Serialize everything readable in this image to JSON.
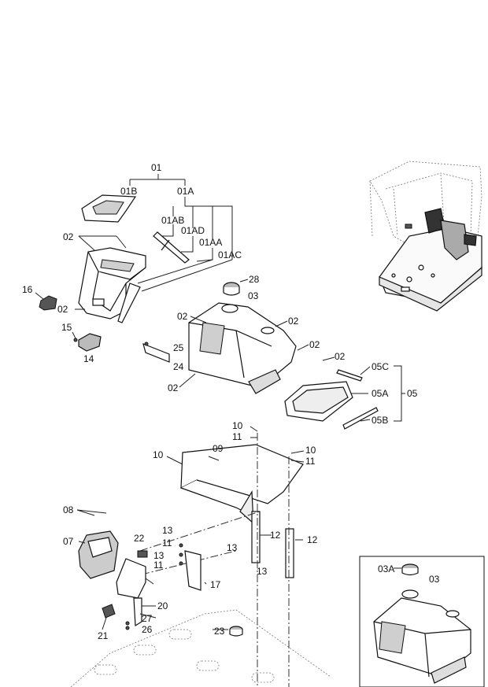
{
  "callouts": {
    "c01": "01",
    "c01A": "01A",
    "c01B": "01B",
    "c01AB": "01AB",
    "c01AD": "01AD",
    "c01AA": "01AA",
    "c01AC": "01AC",
    "c02": "02",
    "c03": "03",
    "c03A": "03A",
    "c05": "05",
    "c05A": "05A",
    "c05B": "05B",
    "c05C": "05C",
    "c07": "07",
    "c08": "08",
    "c09": "09",
    "c10": "10",
    "c11": "11",
    "c12": "12",
    "c13": "13",
    "c14": "14",
    "c15": "15",
    "c16": "16",
    "c17": "17",
    "c20": "20",
    "c21": "21",
    "c22": "22",
    "c23": "23",
    "c24": "24",
    "c25": "25",
    "c26": "26",
    "c27": "27",
    "c28": "28"
  }
}
